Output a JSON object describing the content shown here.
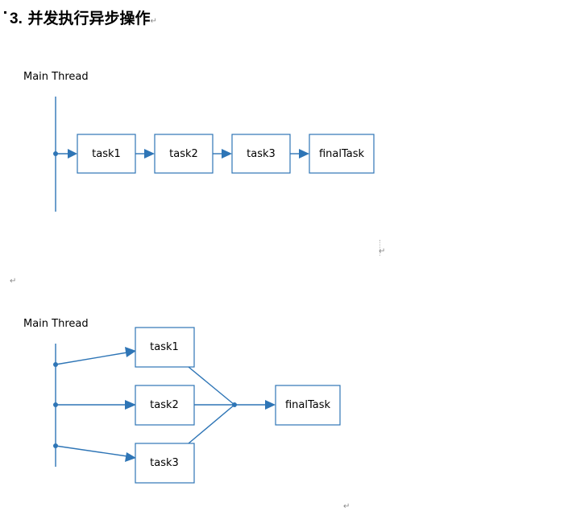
{
  "heading": {
    "number": "3.",
    "text": "并发执行异步操作",
    "mark": "↵"
  },
  "para_marks": [
    "↵",
    "↵",
    "↵"
  ],
  "diagram1": {
    "thread_label": "Main Thread",
    "tasks": [
      "task1",
      "task2",
      "task3",
      "finalTask"
    ]
  },
  "diagram2": {
    "thread_label": "Main Thread",
    "tasks": [
      "task1",
      "task2",
      "task3"
    ],
    "final": "finalTask"
  },
  "colors": {
    "accent": "#2e75b6"
  }
}
